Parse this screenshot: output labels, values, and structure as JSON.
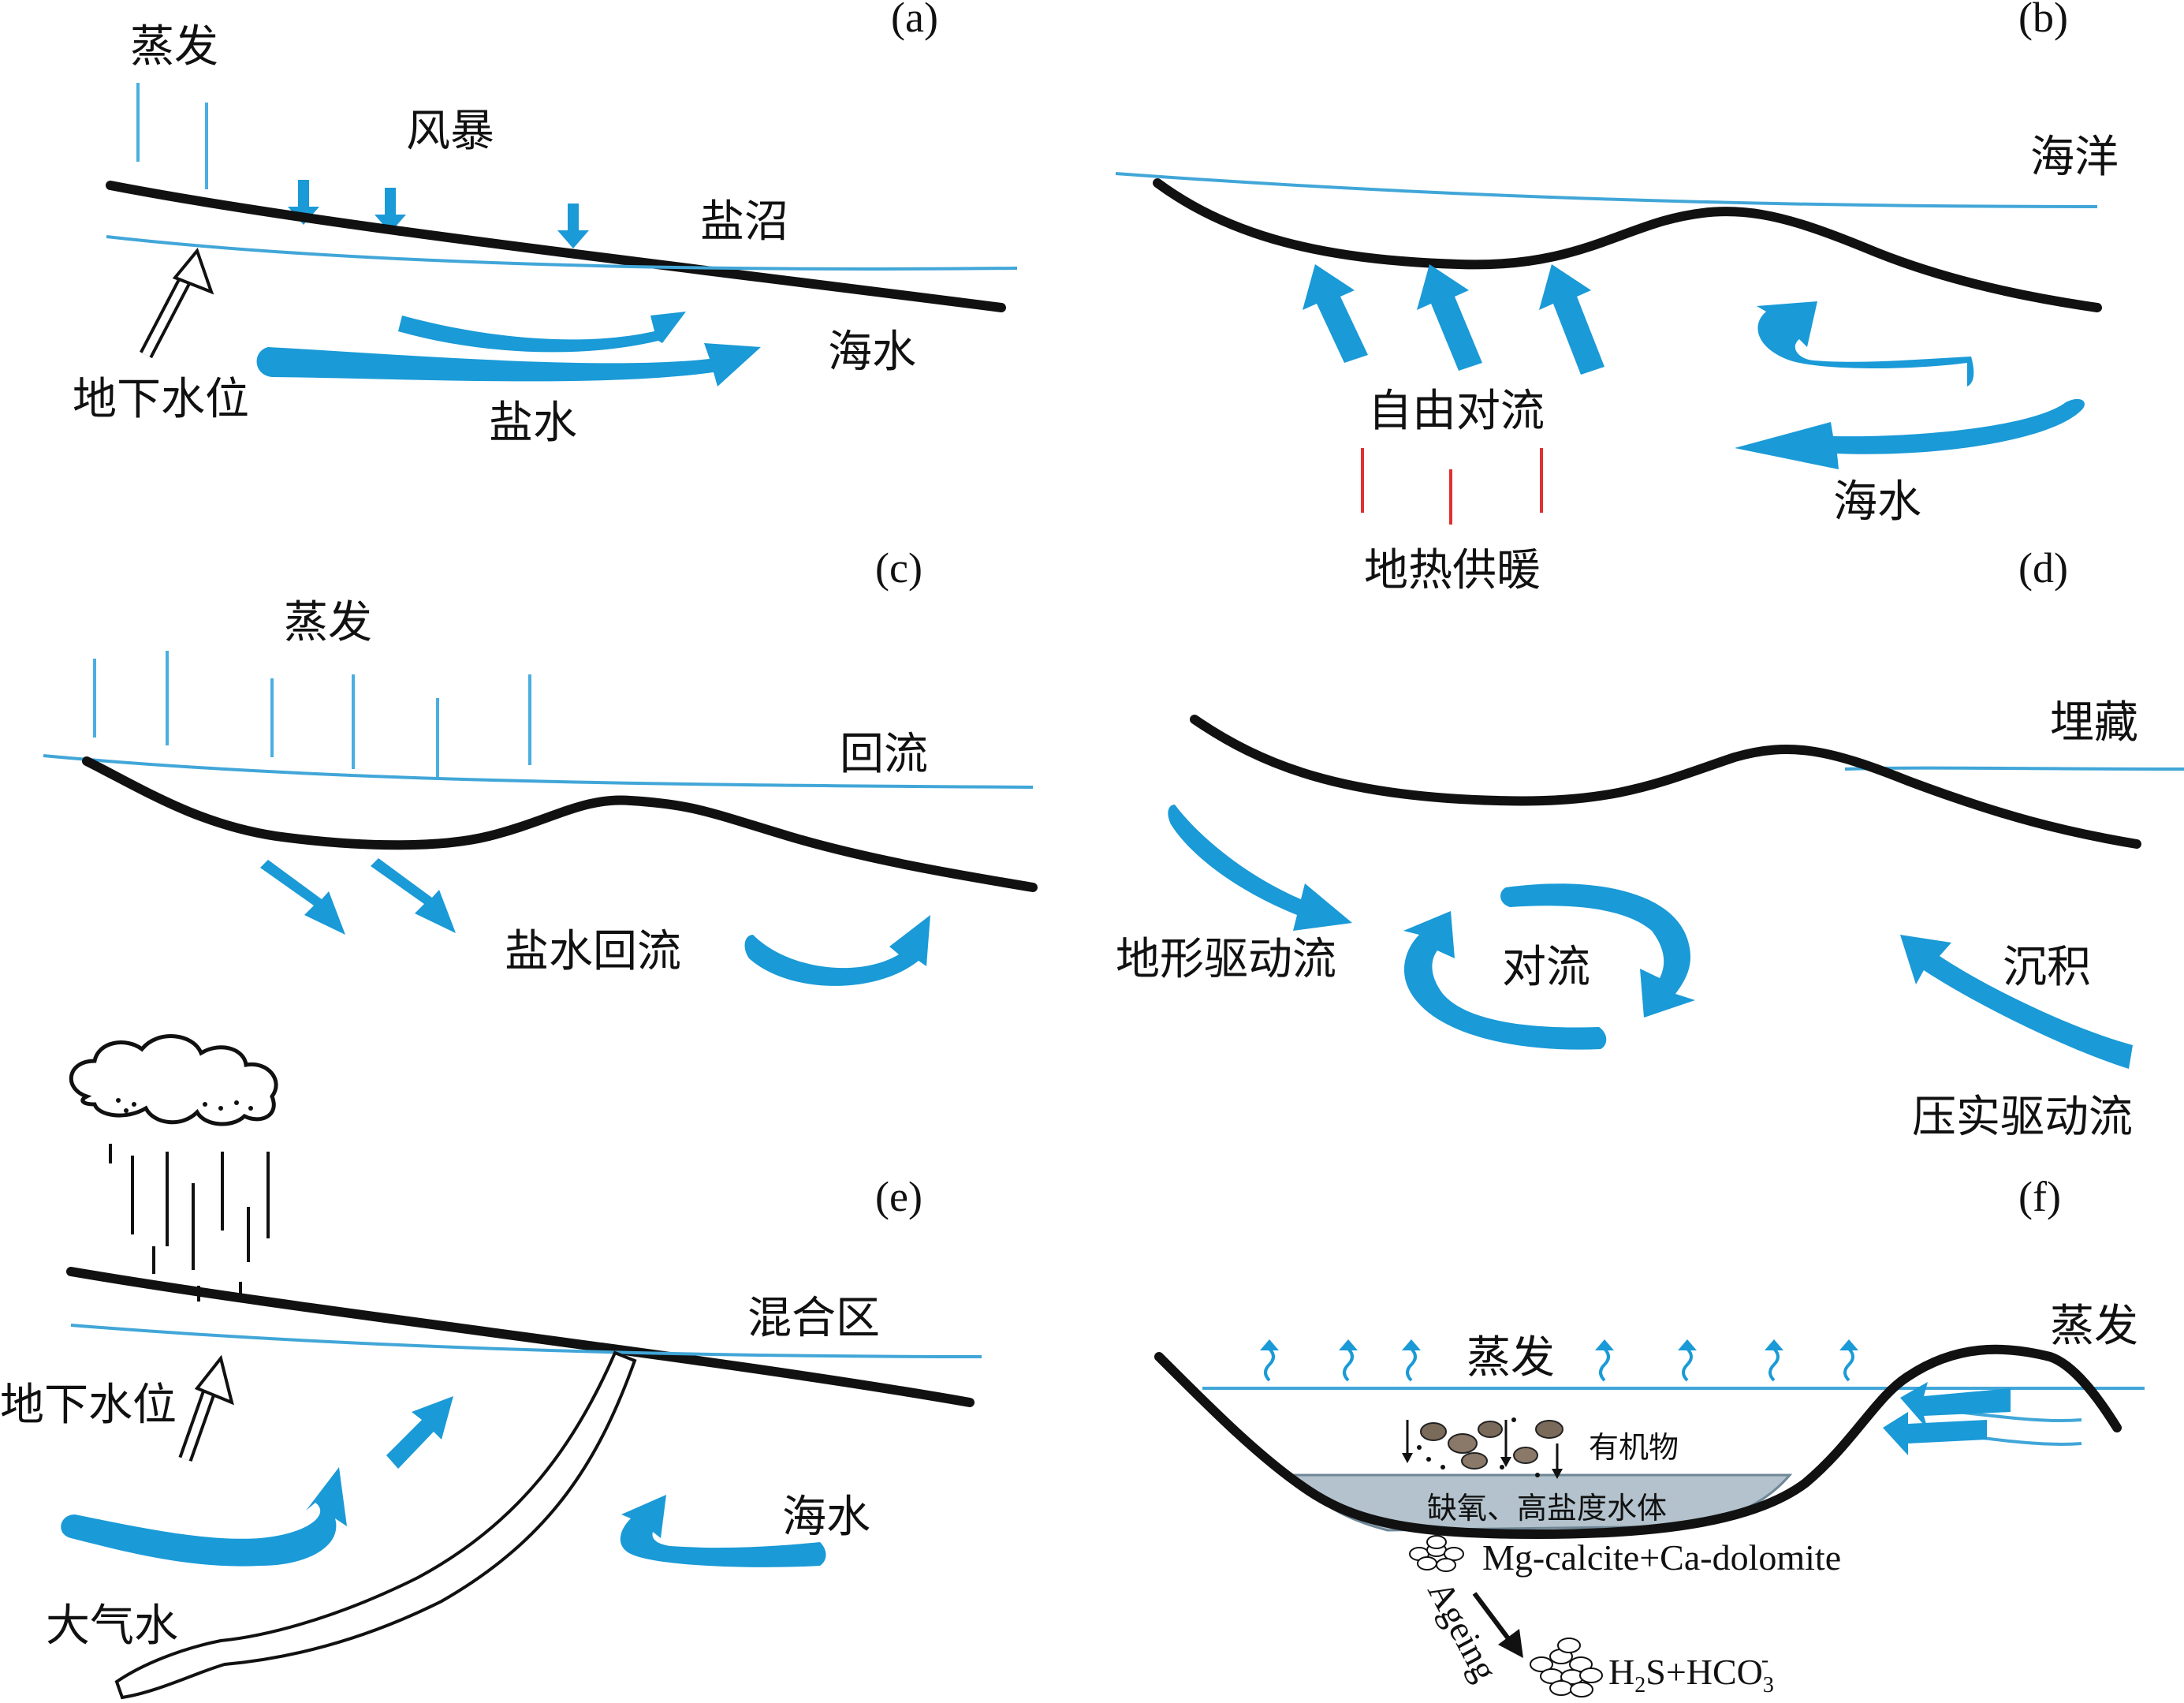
{
  "colors": {
    "water": "#41a6d8",
    "flow": "#1a9ad7",
    "ground": "#111111",
    "heat": "#e03030",
    "hypersaline": "#b3c2cc"
  },
  "panels": {
    "a": {
      "caption": "(a)",
      "evaporation": "蒸发",
      "storm": "风暴",
      "sabkha": "盐沼",
      "seawater": "海水",
      "water_table": "地下水位",
      "brine": "盐水"
    },
    "b": {
      "caption": "(b)",
      "ocean": "海洋",
      "free_convection": "自由对流",
      "seawater": "海水",
      "geothermal": "地热供暖"
    },
    "c": {
      "caption": "(c)",
      "evaporation": "蒸发",
      "reflux": "回流",
      "brine_reflux": "盐水回流"
    },
    "d": {
      "caption": "(d)",
      "burial": "埋藏",
      "topographic_flow": "地形驱动流",
      "convection": "对流",
      "sedimentation": "沉积",
      "compaction_flow": "压实驱动流"
    },
    "e": {
      "caption": "(e)",
      "mixing_zone": "混合区",
      "water_table": "地下水位",
      "seawater": "海水",
      "meteoric_water": "大气水"
    },
    "f": {
      "caption": "(f)",
      "evaporation_left": "蒸发",
      "evaporation_right": "蒸发",
      "organic_matter": "有机物",
      "hypersaline_water": "缺氧、高盐度水体",
      "minerals": "Mg-calcite+Ca-dolomite",
      "ageing": "Ageing",
      "products": {
        "h2s": "H",
        "sub2": "2",
        "mid": "S+HCO",
        "sub3": "3",
        "sup": "-"
      }
    }
  }
}
